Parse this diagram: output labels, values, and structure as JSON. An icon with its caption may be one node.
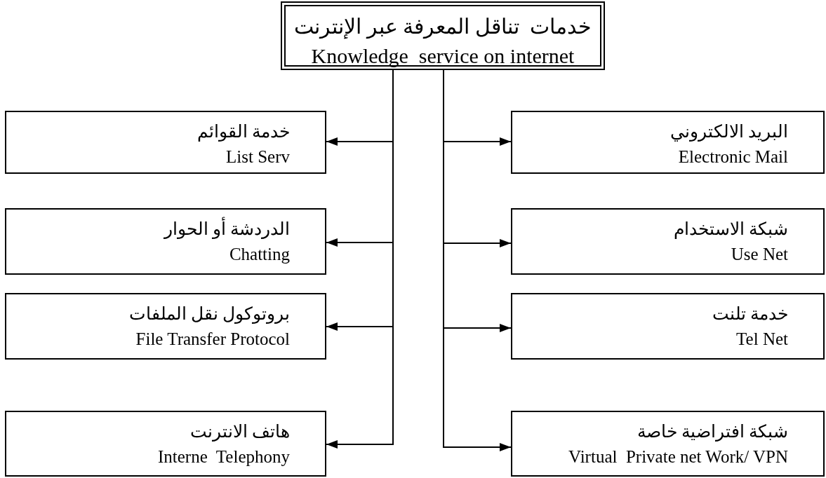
{
  "diagram": {
    "nodes": [
      {
        "text": [
          "خدمات  تناقل المعرفة عبر الإنترنت",
          "Knowledge  service on internet"
        ]
      },
      {
        "text": [
          "خدمة القوائم",
          "List Serv"
        ]
      },
      {
        "text": [
          "البريد الالكتروني",
          "Electronic Mail"
        ]
      },
      {
        "text": [
          "الدردشة أو الحوار",
          "Chatting"
        ]
      },
      {
        "text": [
          "شبكة الاستخدام",
          "Use Net"
        ]
      },
      {
        "text": [
          "بروتوكول نقل الملفات",
          "File Transfer Protocol"
        ]
      },
      {
        "text": [
          "خدمة تلنت",
          "Tel Net"
        ]
      },
      {
        "text": [
          "هاتف الانترنت",
          "Interne  Telephony"
        ]
      },
      {
        "text": [
          "شبكة افتراضية خاصة",
          "Virtual  Private net Work/ VPN"
        ]
      }
    ],
    "edges": [
      {
        "from": 0,
        "to": 1,
        "arrow": "to"
      },
      {
        "from": 0,
        "to": 2,
        "arrow": "to"
      },
      {
        "from": 0,
        "to": 3,
        "arrow": "to"
      },
      {
        "from": 0,
        "to": 4,
        "arrow": "to"
      },
      {
        "from": 0,
        "to": 5,
        "arrow": "to"
      },
      {
        "from": 0,
        "to": 6,
        "arrow": "to"
      },
      {
        "from": 0,
        "to": 7,
        "arrow": "to"
      },
      {
        "from": 0,
        "to": 8,
        "arrow": "to"
      }
    ]
  }
}
